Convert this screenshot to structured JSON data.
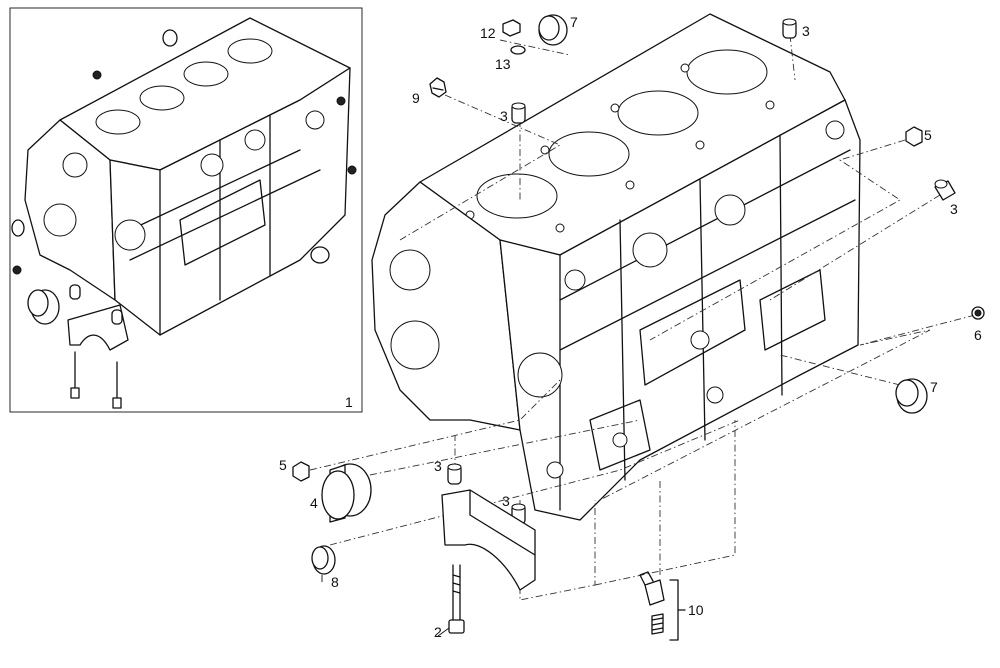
{
  "callouts": {
    "c1": "1",
    "c2": "2",
    "c3a": "3",
    "c3b": "3",
    "c3c": "3",
    "c3d": "3",
    "c3e": "3",
    "c4": "4",
    "c5a": "5",
    "c5b": "5",
    "c6": "6",
    "c7a": "7",
    "c7b": "7",
    "c8": "8",
    "c9": "9",
    "c10": "10",
    "c12": "12",
    "c13": "13"
  }
}
